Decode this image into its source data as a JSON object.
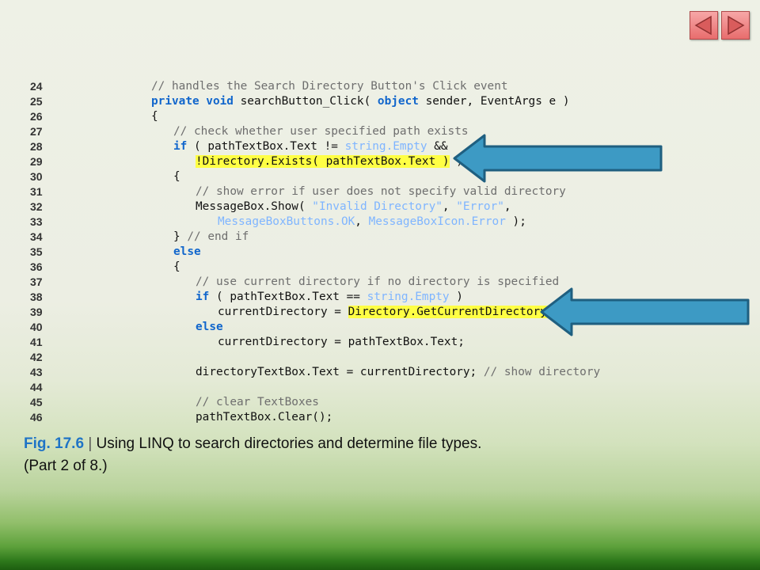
{
  "nav": {
    "prev_icon": "triangle-left-icon",
    "next_icon": "triangle-right-icon",
    "color": "#e86d6d"
  },
  "code_lines": [
    {
      "num": "24",
      "indent": 2,
      "tokens": [
        {
          "t": "// handles the Search Directory Button's Click event",
          "c": "cm"
        }
      ]
    },
    {
      "num": "25",
      "indent": 2,
      "tokens": [
        {
          "t": "private void",
          "c": "kw"
        },
        {
          "t": " searchButton_Click( ",
          "c": "pl"
        },
        {
          "t": "object",
          "c": "kw"
        },
        {
          "t": " sender, EventArgs e )",
          "c": "pl"
        }
      ]
    },
    {
      "num": "26",
      "indent": 2,
      "tokens": [
        {
          "t": "{",
          "c": "pl"
        }
      ]
    },
    {
      "num": "27",
      "indent": 3,
      "tokens": [
        {
          "t": "// check whether user specified path exists",
          "c": "cm"
        }
      ]
    },
    {
      "num": "28",
      "indent": 3,
      "tokens": [
        {
          "t": "if",
          "c": "kw"
        },
        {
          "t": " ( pathTextBox.Text != ",
          "c": "pl"
        },
        {
          "t": "string.Empty",
          "c": "lit"
        },
        {
          "t": " &&",
          "c": "pl"
        }
      ]
    },
    {
      "num": "29",
      "indent": 4,
      "tokens": [
        {
          "t": "!Directory.Exists( pathTextBox.Text )",
          "c": "hl"
        },
        {
          "t": " )",
          "c": "pl"
        }
      ]
    },
    {
      "num": "30",
      "indent": 3,
      "tokens": [
        {
          "t": "{",
          "c": "pl"
        }
      ]
    },
    {
      "num": "31",
      "indent": 4,
      "tokens": [
        {
          "t": "// show error if user does not specify valid directory",
          "c": "cm"
        }
      ]
    },
    {
      "num": "32",
      "indent": 4,
      "tokens": [
        {
          "t": "MessageBox.Show( ",
          "c": "pl"
        },
        {
          "t": "\"Invalid Directory\"",
          "c": "lit"
        },
        {
          "t": ", ",
          "c": "pl"
        },
        {
          "t": "\"Error\"",
          "c": "lit"
        },
        {
          "t": ",",
          "c": "pl"
        }
      ]
    },
    {
      "num": "33",
      "indent": 5,
      "tokens": [
        {
          "t": "MessageBoxButtons.OK",
          "c": "lit"
        },
        {
          "t": ", ",
          "c": "pl"
        },
        {
          "t": "MessageBoxIcon.Error",
          "c": "lit"
        },
        {
          "t": " );",
          "c": "pl"
        }
      ]
    },
    {
      "num": "34",
      "indent": 3,
      "tokens": [
        {
          "t": "} ",
          "c": "pl"
        },
        {
          "t": "// end if",
          "c": "cm"
        }
      ]
    },
    {
      "num": "35",
      "indent": 3,
      "tokens": [
        {
          "t": "else",
          "c": "kw"
        }
      ]
    },
    {
      "num": "36",
      "indent": 3,
      "tokens": [
        {
          "t": "{",
          "c": "pl"
        }
      ]
    },
    {
      "num": "37",
      "indent": 4,
      "tokens": [
        {
          "t": "// use current directory if no directory is specified",
          "c": "cm"
        }
      ]
    },
    {
      "num": "38",
      "indent": 4,
      "tokens": [
        {
          "t": "if",
          "c": "kw"
        },
        {
          "t": " ( pathTextBox.Text == ",
          "c": "pl"
        },
        {
          "t": "string.Empty",
          "c": "lit"
        },
        {
          "t": " )",
          "c": "pl"
        }
      ]
    },
    {
      "num": "39",
      "indent": 5,
      "tokens": [
        {
          "t": "currentDirectory = ",
          "c": "pl"
        },
        {
          "t": "Directory.GetCurrentDirectory()",
          "c": "hl"
        },
        {
          "t": ";",
          "c": "pl"
        }
      ]
    },
    {
      "num": "40",
      "indent": 4,
      "tokens": [
        {
          "t": "else",
          "c": "kw"
        }
      ]
    },
    {
      "num": "41",
      "indent": 5,
      "tokens": [
        {
          "t": "currentDirectory = pathTextBox.Text;",
          "c": "pl"
        }
      ]
    },
    {
      "num": "42",
      "indent": 0,
      "tokens": []
    },
    {
      "num": "43",
      "indent": 4,
      "tokens": [
        {
          "t": "directoryTextBox.Text = currentDirectory; ",
          "c": "pl"
        },
        {
          "t": "// show directory",
          "c": "cm"
        }
      ]
    },
    {
      "num": "44",
      "indent": 0,
      "tokens": []
    },
    {
      "num": "45",
      "indent": 4,
      "tokens": [
        {
          "t": "// clear TextBoxes",
          "c": "cm"
        }
      ]
    },
    {
      "num": "46",
      "indent": 4,
      "tokens": [
        {
          "t": "pathTextBox.Clear();",
          "c": "pl"
        }
      ]
    }
  ],
  "arrows": [
    {
      "target_line": "29",
      "icon": "arrow-left-icon"
    },
    {
      "target_line": "39",
      "icon": "arrow-left-icon"
    }
  ],
  "caption": {
    "label": "Fig. 17.6",
    "separator": "|",
    "text": "Using LINQ to search directories and determine file types.",
    "part": "(Part 2 of 8.)"
  },
  "colors": {
    "keyword": "#1166cc",
    "literal": "#7fb5ff",
    "comment": "#6e6e6e",
    "highlight": "#ffff44",
    "arrow_fill": "#3d9ac4",
    "caption_label": "#1f74c6"
  }
}
